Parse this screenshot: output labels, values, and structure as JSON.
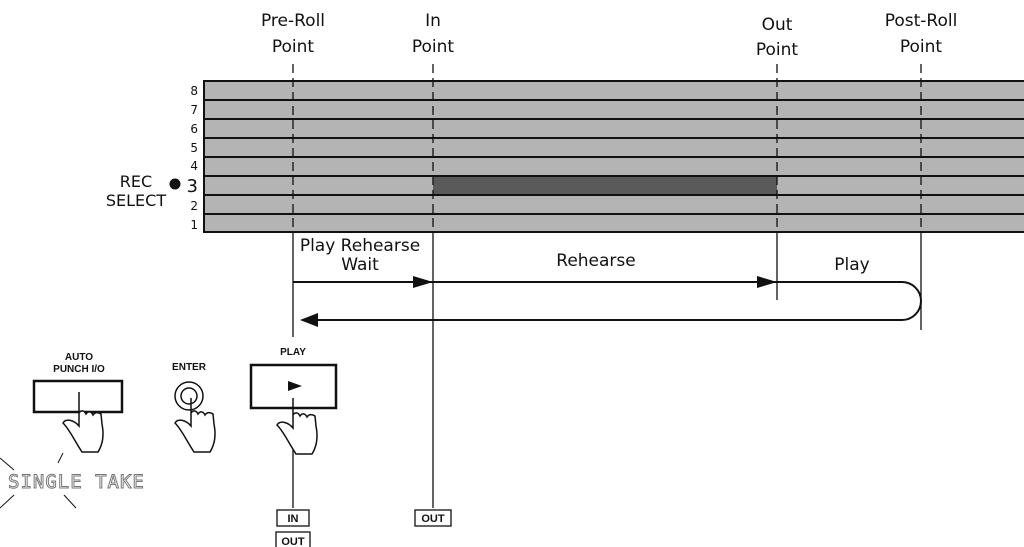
{
  "points": {
    "pre_roll": [
      "Pre-Roll",
      "Point"
    ],
    "in": [
      "In",
      "Point"
    ],
    "out": [
      "Out",
      "Point"
    ],
    "post_roll": [
      "Post-Roll",
      "Point"
    ]
  },
  "tracks": [
    "8",
    "7",
    "6",
    "5",
    "4",
    "3",
    "2",
    "1"
  ],
  "rec_select": {
    "label_line1": "REC",
    "label_line2": "SELECT",
    "active_track": "3"
  },
  "phases": {
    "play_rehearse_wait": [
      "Play Rehearse",
      "Wait"
    ],
    "rehearse": "Rehearse",
    "play": "Play"
  },
  "buttons": {
    "auto_punch": [
      "AUTO",
      "PUNCH I/O"
    ],
    "enter": "ENTER",
    "play": "PLAY"
  },
  "display": {
    "text": "SINGLE TAKE"
  },
  "tags": {
    "in": "IN",
    "out": "OUT",
    "out2": "OUT"
  },
  "colors": {
    "track_fill": "#b4b4b4",
    "punch_region": "#5a5a5a",
    "line": "#111111"
  }
}
